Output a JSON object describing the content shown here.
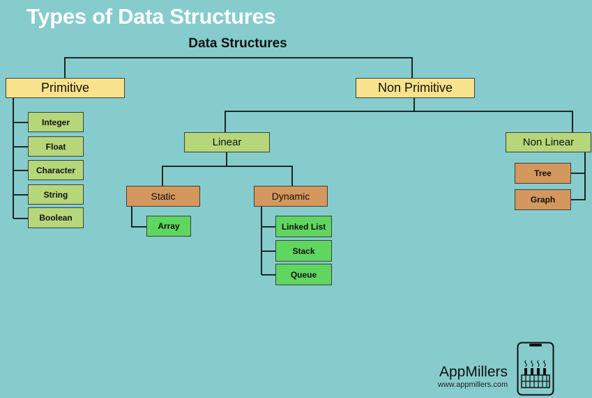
{
  "slide": {
    "title": "Types of Data Structures"
  },
  "diagram": {
    "root": "Data Structures",
    "primitive": {
      "label": "Primitive",
      "items": [
        "Integer",
        "Float",
        "Character",
        "String",
        "Boolean"
      ]
    },
    "non_primitive": {
      "label": "Non Primitive",
      "linear": {
        "label": "Linear",
        "static": {
          "label": "Static",
          "items": [
            "Array"
          ]
        },
        "dynamic": {
          "label": "Dynamic",
          "items": [
            "Linked List",
            "Stack",
            "Queue"
          ]
        }
      },
      "non_linear": {
        "label": "Non Linear",
        "items": [
          "Tree",
          "Graph"
        ]
      }
    }
  },
  "branding": {
    "name": "AppMillers",
    "url": "www.appmillers.com",
    "logo_icon": "phone-factory-icon"
  },
  "colors": {
    "background": "#86cccc",
    "level1": "#f8e28c",
    "level2": "#b6d67a",
    "level3": "#d4975e",
    "leaf": "#5fd65f"
  }
}
